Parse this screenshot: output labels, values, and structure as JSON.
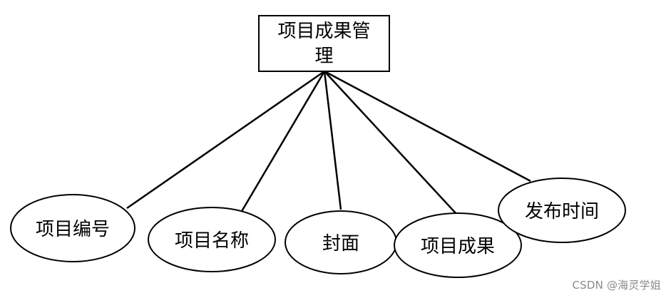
{
  "entity": {
    "line1": "项目成果管",
    "line2": "理"
  },
  "attributes": [
    "项目编号",
    "项目名称",
    "封面",
    "项目成果",
    "发布时间"
  ],
  "watermark": "CSDN @海灵学姐"
}
